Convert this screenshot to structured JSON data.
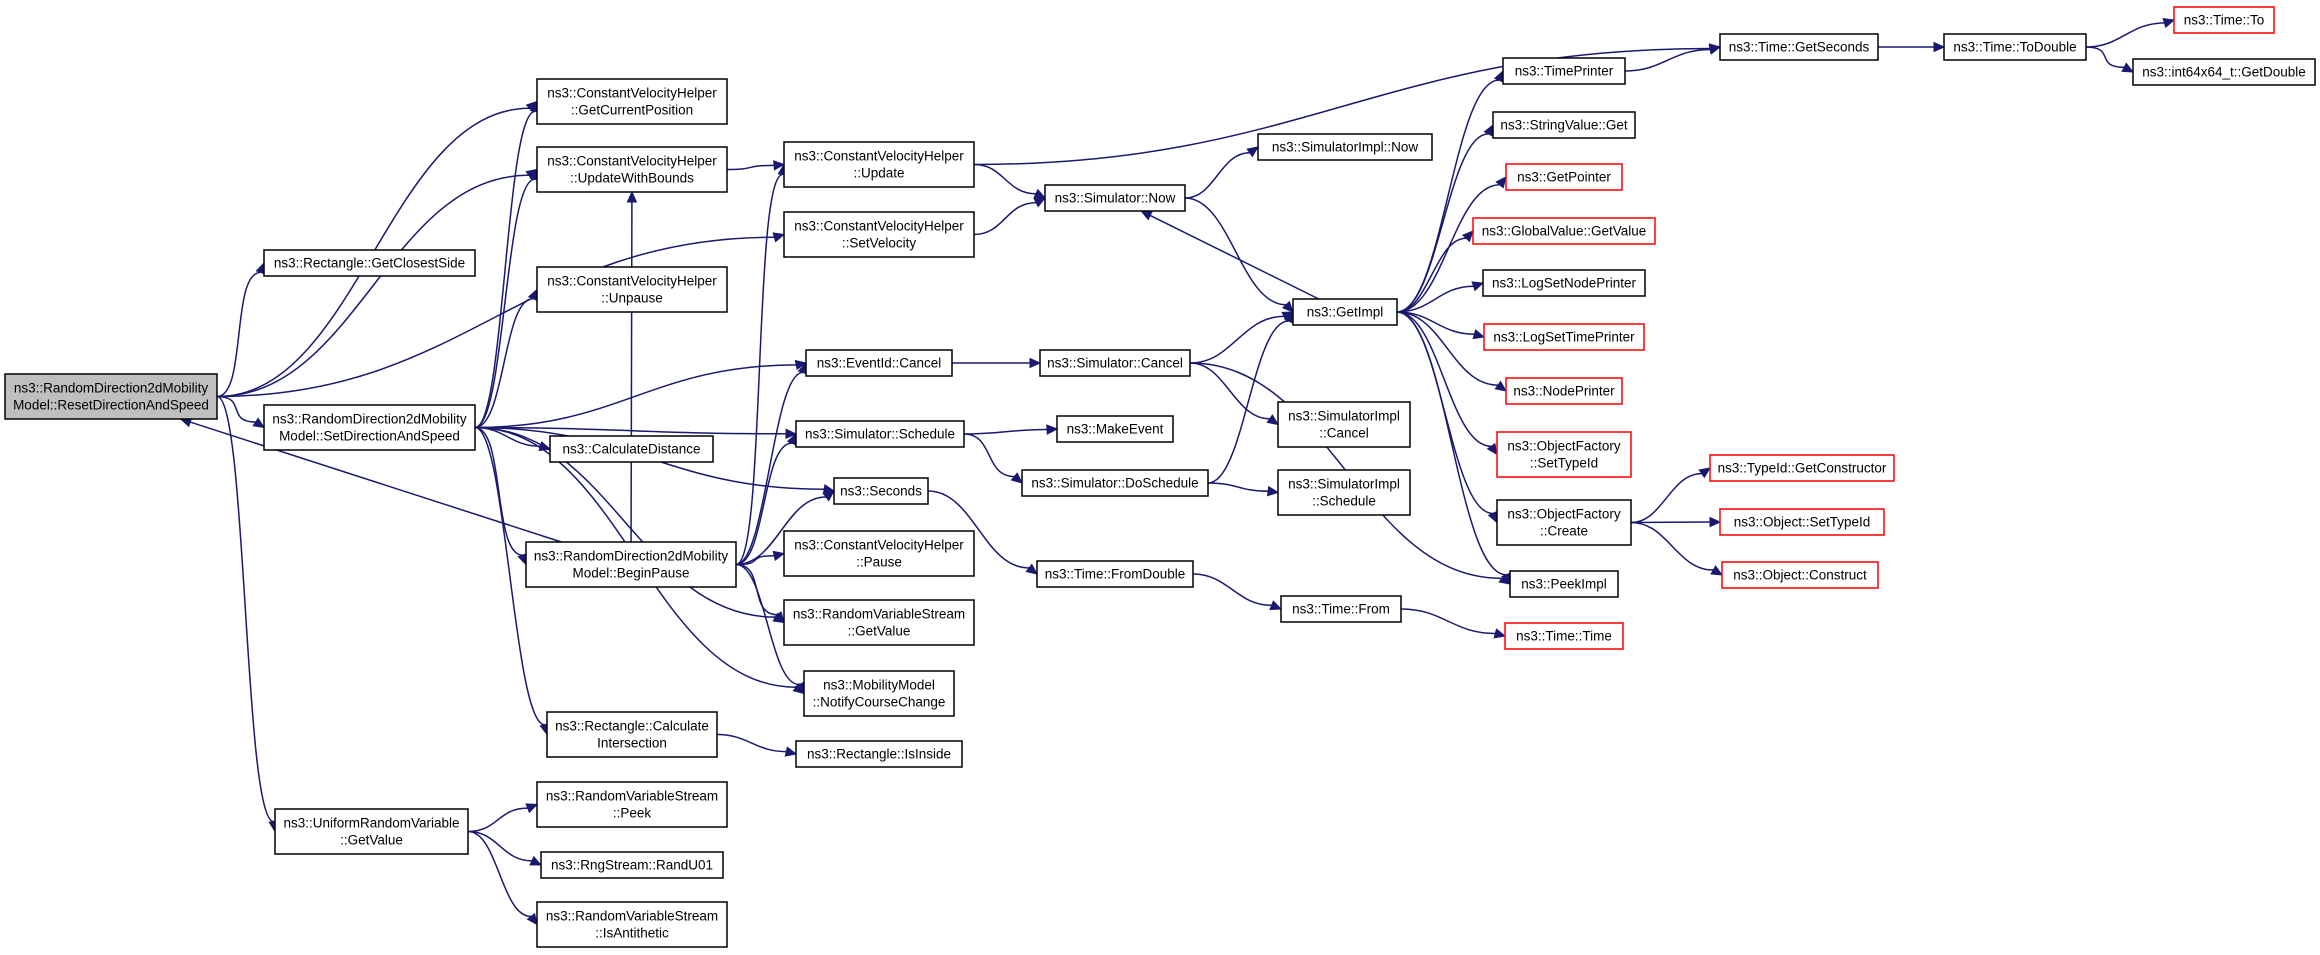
{
  "colors": {
    "edge": "#191970",
    "node_border": "#000000",
    "truncated_border": "#ff0000",
    "root_fill": "#bfbfbf",
    "node_fill": "#ffffff"
  },
  "nodes": [
    {
      "id": "root",
      "lines": [
        "ns3::RandomDirection2dMobility",
        "Model::ResetDirectionAndSpeed"
      ],
      "kind": "root"
    },
    {
      "id": "getClosestSide",
      "lines": [
        "ns3::Rectangle::GetClosestSide"
      ],
      "kind": "normal"
    },
    {
      "id": "setDirAndSpeed",
      "lines": [
        "ns3::RandomDirection2dMobility",
        "Model::SetDirectionAndSpeed"
      ],
      "kind": "normal"
    },
    {
      "id": "uniformGetValue",
      "lines": [
        "ns3::UniformRandomVariable",
        "::GetValue"
      ],
      "kind": "normal"
    },
    {
      "id": "cvhGetCurrentPosition",
      "lines": [
        "ns3::ConstantVelocityHelper",
        "::GetCurrentPosition"
      ],
      "kind": "normal"
    },
    {
      "id": "cvhUpdateWithBounds",
      "lines": [
        "ns3::ConstantVelocityHelper",
        "::UpdateWithBounds"
      ],
      "kind": "normal"
    },
    {
      "id": "cvhUnpause",
      "lines": [
        "ns3::ConstantVelocityHelper",
        "::Unpause"
      ],
      "kind": "normal"
    },
    {
      "id": "calcDistance",
      "lines": [
        "ns3::CalculateDistance"
      ],
      "kind": "normal"
    },
    {
      "id": "beginPause",
      "lines": [
        "ns3::RandomDirection2dMobility",
        "Model::BeginPause"
      ],
      "kind": "normal"
    },
    {
      "id": "rectCalcIntersection",
      "lines": [
        "ns3::Rectangle::Calculate",
        "Intersection"
      ],
      "kind": "normal"
    },
    {
      "id": "rvsPeek",
      "lines": [
        "ns3::RandomVariableStream",
        "::Peek"
      ],
      "kind": "normal"
    },
    {
      "id": "rngRandU01",
      "lines": [
        "ns3::RngStream::RandU01"
      ],
      "kind": "normal"
    },
    {
      "id": "rvsIsAntithetic",
      "lines": [
        "ns3::RandomVariableStream",
        "::IsAntithetic"
      ],
      "kind": "normal"
    },
    {
      "id": "cvhUpdate",
      "lines": [
        "ns3::ConstantVelocityHelper",
        "::Update"
      ],
      "kind": "normal"
    },
    {
      "id": "cvhSetVelocity",
      "lines": [
        "ns3::ConstantVelocityHelper",
        "::SetVelocity"
      ],
      "kind": "normal"
    },
    {
      "id": "eventIdCancel",
      "lines": [
        "ns3::EventId::Cancel"
      ],
      "kind": "normal"
    },
    {
      "id": "simSchedule",
      "lines": [
        "ns3::Simulator::Schedule"
      ],
      "kind": "normal"
    },
    {
      "id": "seconds",
      "lines": [
        "ns3::Seconds"
      ],
      "kind": "normal"
    },
    {
      "id": "cvhPause",
      "lines": [
        "ns3::ConstantVelocityHelper",
        "::Pause"
      ],
      "kind": "normal"
    },
    {
      "id": "rvsGetValue",
      "lines": [
        "ns3::RandomVariableStream",
        "::GetValue"
      ],
      "kind": "normal"
    },
    {
      "id": "mmNotify",
      "lines": [
        "ns3::MobilityModel",
        "::NotifyCourseChange"
      ],
      "kind": "normal"
    },
    {
      "id": "rectIsInside",
      "lines": [
        "ns3::Rectangle::IsInside"
      ],
      "kind": "normal"
    },
    {
      "id": "simNow",
      "lines": [
        "ns3::Simulator::Now"
      ],
      "kind": "normal"
    },
    {
      "id": "simCancel",
      "lines": [
        "ns3::Simulator::Cancel"
      ],
      "kind": "normal"
    },
    {
      "id": "makeEvent",
      "lines": [
        "ns3::MakeEvent"
      ],
      "kind": "normal"
    },
    {
      "id": "simDoSchedule",
      "lines": [
        "ns3::Simulator::DoSchedule"
      ],
      "kind": "normal"
    },
    {
      "id": "timeFromDouble",
      "lines": [
        "ns3::Time::FromDouble"
      ],
      "kind": "normal"
    },
    {
      "id": "simImplNow",
      "lines": [
        "ns3::SimulatorImpl::Now"
      ],
      "kind": "normal"
    },
    {
      "id": "getImpl",
      "lines": [
        "ns3::GetImpl"
      ],
      "kind": "normal"
    },
    {
      "id": "simImplCancel",
      "lines": [
        "ns3::SimulatorImpl",
        "::Cancel"
      ],
      "kind": "normal"
    },
    {
      "id": "simImplSchedule",
      "lines": [
        "ns3::SimulatorImpl",
        "::Schedule"
      ],
      "kind": "normal"
    },
    {
      "id": "timeFrom",
      "lines": [
        "ns3::Time::From"
      ],
      "kind": "normal"
    },
    {
      "id": "timePrinter",
      "lines": [
        "ns3::TimePrinter"
      ],
      "kind": "normal"
    },
    {
      "id": "stringValueGet",
      "lines": [
        "ns3::StringValue::Get"
      ],
      "kind": "normal"
    },
    {
      "id": "getPointer",
      "lines": [
        "ns3::GetPointer"
      ],
      "kind": "truncated"
    },
    {
      "id": "globalValueGetValue",
      "lines": [
        "ns3::GlobalValue::GetValue"
      ],
      "kind": "truncated"
    },
    {
      "id": "logSetNodePrinter",
      "lines": [
        "ns3::LogSetNodePrinter"
      ],
      "kind": "normal"
    },
    {
      "id": "logSetTimePrinter",
      "lines": [
        "ns3::LogSetTimePrinter"
      ],
      "kind": "truncated"
    },
    {
      "id": "nodePrinter",
      "lines": [
        "ns3::NodePrinter"
      ],
      "kind": "truncated"
    },
    {
      "id": "ofSetTypeId",
      "lines": [
        "ns3::ObjectFactory",
        "::SetTypeId"
      ],
      "kind": "truncated"
    },
    {
      "id": "ofCreate",
      "lines": [
        "ns3::ObjectFactory",
        "::Create"
      ],
      "kind": "normal"
    },
    {
      "id": "peekImpl",
      "lines": [
        "ns3::PeekImpl"
      ],
      "kind": "normal"
    },
    {
      "id": "timeTime",
      "lines": [
        "ns3::Time::Time"
      ],
      "kind": "truncated"
    },
    {
      "id": "timeGetSeconds",
      "lines": [
        "ns3::Time::GetSeconds"
      ],
      "kind": "normal"
    },
    {
      "id": "timeToDouble",
      "lines": [
        "ns3::Time::ToDouble"
      ],
      "kind": "normal"
    },
    {
      "id": "timeTo",
      "lines": [
        "ns3::Time::To"
      ],
      "kind": "truncated"
    },
    {
      "id": "int64GetDouble",
      "lines": [
        "ns3::int64x64_t::GetDouble"
      ],
      "kind": "normal"
    },
    {
      "id": "typeIdGetConstructor",
      "lines": [
        "ns3::TypeId::GetConstructor"
      ],
      "kind": "truncated"
    },
    {
      "id": "objectSetTypeId",
      "lines": [
        "ns3::Object::SetTypeId"
      ],
      "kind": "truncated"
    },
    {
      "id": "objectConstruct",
      "lines": [
        "ns3::Object::Construct"
      ],
      "kind": "truncated"
    }
  ],
  "edges": [
    [
      "root",
      "getClosestSide"
    ],
    [
      "root",
      "setDirAndSpeed"
    ],
    [
      "root",
      "uniformGetValue"
    ],
    [
      "root",
      "cvhGetCurrentPosition"
    ],
    [
      "root",
      "cvhUpdateWithBounds"
    ],
    [
      "root",
      "cvhSetVelocity"
    ],
    [
      "setDirAndSpeed",
      "cvhGetCurrentPosition"
    ],
    [
      "setDirAndSpeed",
      "cvhUpdateWithBounds"
    ],
    [
      "setDirAndSpeed",
      "cvhUnpause"
    ],
    [
      "setDirAndSpeed",
      "calcDistance"
    ],
    [
      "setDirAndSpeed",
      "beginPause"
    ],
    [
      "setDirAndSpeed",
      "rectCalcIntersection"
    ],
    [
      "setDirAndSpeed",
      "eventIdCancel"
    ],
    [
      "setDirAndSpeed",
      "simSchedule"
    ],
    [
      "setDirAndSpeed",
      "seconds"
    ],
    [
      "setDirAndSpeed",
      "rvsGetValue"
    ],
    [
      "setDirAndSpeed",
      "mmNotify"
    ],
    [
      "beginPause",
      "root"
    ],
    [
      "beginPause",
      "cvhUpdate"
    ],
    [
      "beginPause",
      "cvhPause"
    ],
    [
      "beginPause",
      "rvsGetValue"
    ],
    [
      "beginPause",
      "mmNotify"
    ],
    [
      "beginPause",
      "eventIdCancel"
    ],
    [
      "beginPause",
      "simSchedule"
    ],
    [
      "beginPause",
      "seconds"
    ],
    [
      "beginPause",
      "cvhUpdateWithBounds"
    ],
    [
      "rectCalcIntersection",
      "rectIsInside"
    ],
    [
      "uniformGetValue",
      "rvsPeek"
    ],
    [
      "uniformGetValue",
      "rngRandU01"
    ],
    [
      "uniformGetValue",
      "rvsIsAntithetic"
    ],
    [
      "cvhUpdateWithBounds",
      "cvhUpdate"
    ],
    [
      "cvhUpdate",
      "timeGetSeconds"
    ],
    [
      "cvhUpdate",
      "simNow"
    ],
    [
      "cvhSetVelocity",
      "simNow"
    ],
    [
      "eventIdCancel",
      "simCancel"
    ],
    [
      "simSchedule",
      "makeEvent"
    ],
    [
      "simSchedule",
      "simDoSchedule"
    ],
    [
      "seconds",
      "timeFromDouble"
    ],
    [
      "simNow",
      "simImplNow"
    ],
    [
      "simNow",
      "getImpl"
    ],
    [
      "simCancel",
      "getImpl"
    ],
    [
      "simCancel",
      "simImplCancel"
    ],
    [
      "simCancel",
      "peekImpl"
    ],
    [
      "simDoSchedule",
      "getImpl"
    ],
    [
      "simDoSchedule",
      "simImplSchedule"
    ],
    [
      "timeFromDouble",
      "timeFrom"
    ],
    [
      "timeFrom",
      "timeTime"
    ],
    [
      "getImpl",
      "simNow"
    ],
    [
      "getImpl",
      "timePrinter"
    ],
    [
      "getImpl",
      "stringValueGet"
    ],
    [
      "getImpl",
      "getPointer"
    ],
    [
      "getImpl",
      "globalValueGetValue"
    ],
    [
      "getImpl",
      "logSetNodePrinter"
    ],
    [
      "getImpl",
      "logSetTimePrinter"
    ],
    [
      "getImpl",
      "nodePrinter"
    ],
    [
      "getImpl",
      "ofSetTypeId"
    ],
    [
      "getImpl",
      "ofCreate"
    ],
    [
      "getImpl",
      "peekImpl"
    ],
    [
      "timePrinter",
      "timeGetSeconds"
    ],
    [
      "timeGetSeconds",
      "timeToDouble"
    ],
    [
      "timeToDouble",
      "timeTo"
    ],
    [
      "timeToDouble",
      "int64GetDouble"
    ],
    [
      "ofCreate",
      "typeIdGetConstructor"
    ],
    [
      "ofCreate",
      "objectSetTypeId"
    ],
    [
      "ofCreate",
      "objectConstruct"
    ]
  ]
}
